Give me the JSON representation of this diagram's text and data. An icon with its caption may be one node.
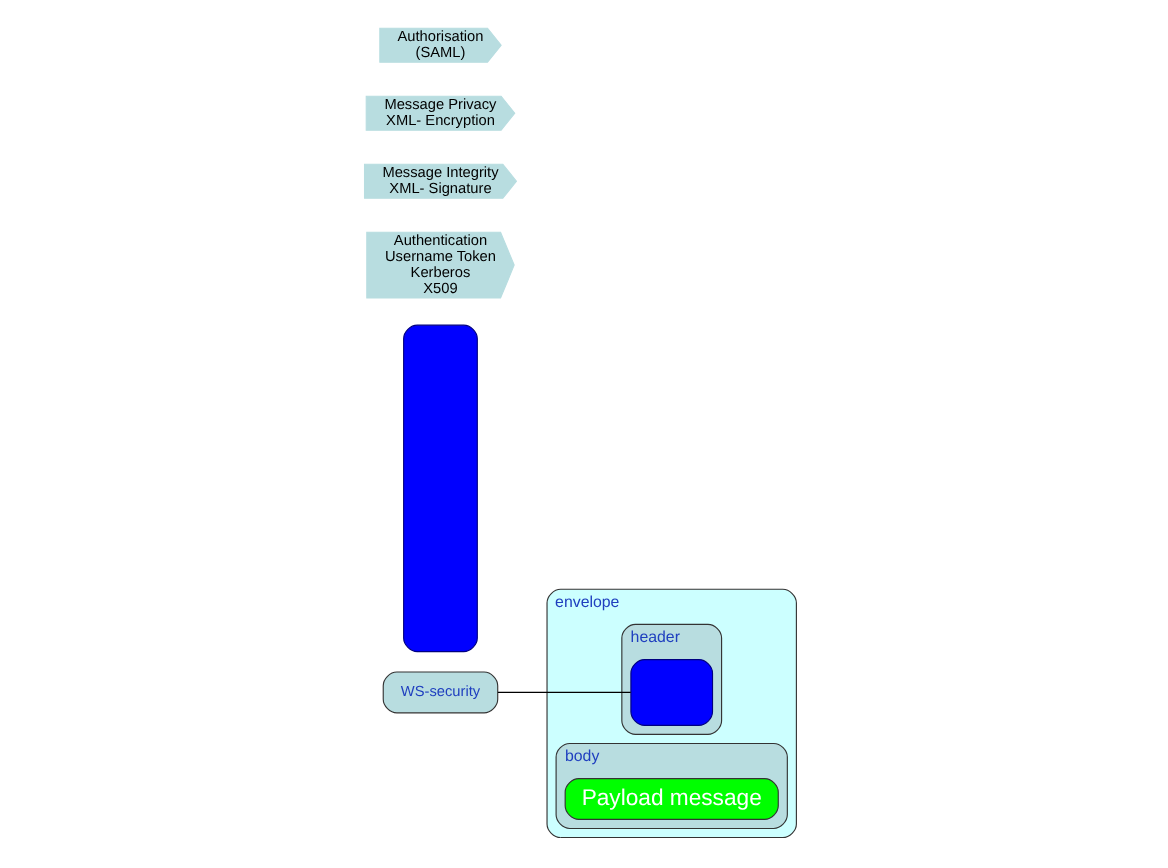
{
  "diagram": {
    "nodes": [
      {
        "text": [
          "envelope"
        ]
      },
      {
        "text": [
          "header"
        ],
        "in": 0
      },
      {
        "text": [],
        "shape": "box",
        "in": 1
      },
      {
        "text": [
          "body"
        ],
        "in": 0
      },
      {
        "text": [
          "Payload message"
        ],
        "in": 3
      },
      {
        "text": [
          "WS-security"
        ]
      },
      {
        "text": [],
        "shape": "bar"
      },
      {
        "text": [
          "Authentication",
          "Username Token",
          "Kerberos",
          "X509"
        ]
      },
      {
        "text": [
          "Message Integrity",
          "XML- Signature"
        ]
      },
      {
        "text": [
          "Message Privacy",
          "XML- Encryption"
        ]
      },
      {
        "text": [
          "Authorisation",
          "(SAML)"
        ]
      }
    ],
    "edges": [
      {
        "from": 5,
        "to": 2,
        "arrow": "none"
      }
    ]
  }
}
